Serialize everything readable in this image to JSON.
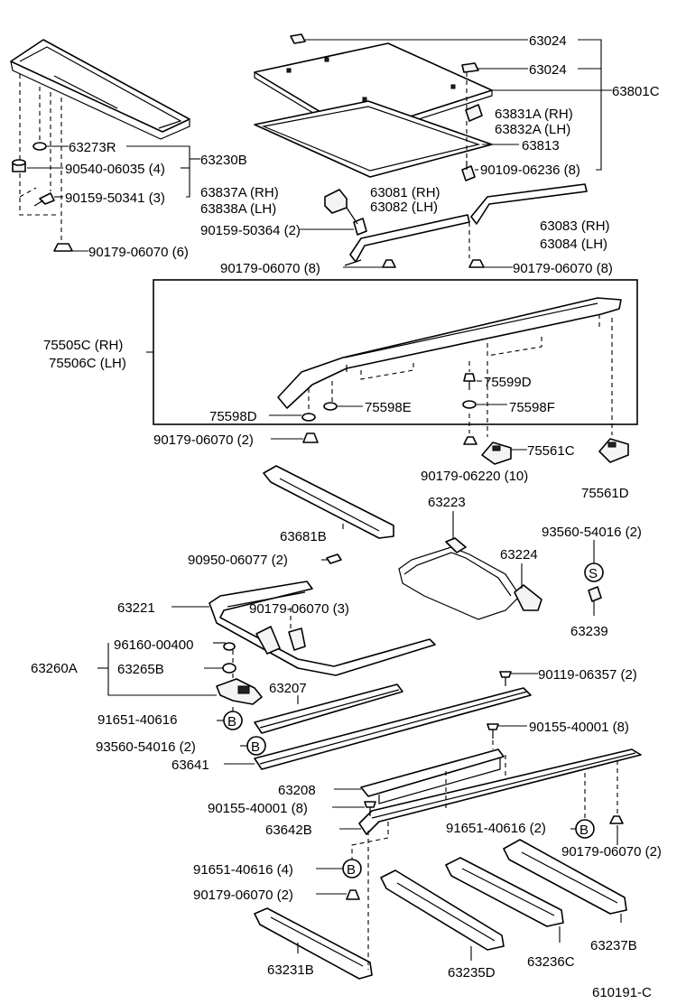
{
  "labels": {
    "p63024a": "63024",
    "p63024b": "63024",
    "p63801c": "63801C",
    "p63831a": "63831A (RH)",
    "p63832a": "63832A (LH)",
    "p63813": "63813",
    "p90109": "90109-06236 (8)",
    "p63273r": "63273R",
    "p63230b": "63230B",
    "p90540": "90540-06035 (4)",
    "p90159a": "90159-50341 (3)",
    "p90179a": "90179-06070 (6)",
    "p63837a": "63837A (RH)",
    "p63838a": "63838A (LH)",
    "p90159b": "90159-50364 (2)",
    "p63081": "63081 (RH)",
    "p63082": "63082 (LH)",
    "p63083": "63083 (RH)",
    "p63084": "63084 (LH)",
    "p90179b": "90179-06070 (8)",
    "p90179c": "90179-06070 (8)",
    "p75505c": "75505C (RH)",
    "p75506c": "75506C (LH)",
    "p75599d": "75599D",
    "p75598e": "75598E",
    "p75598f": "75598F",
    "p75598d": "75598D",
    "p90179d": "90179-06070 (2)",
    "p75561c": "75561C",
    "p90179e": "90179-06220 (10)",
    "p75561d": "75561D",
    "p63681b": "63681B",
    "p63223": "63223",
    "p93560a": "93560-54016 (2)",
    "p90950": "90950-06077 (2)",
    "p63224": "63224",
    "p63221": "63221",
    "p90179f": "90179-06070 (3)",
    "p63239": "63239",
    "p96160": "96160-00400",
    "p63260a": "63260A",
    "p63265b": "63265B",
    "p63207": "63207",
    "p90119": "90119-06357 (2)",
    "p91651a": "91651-40616",
    "p93560b": "93560-54016 (2)",
    "p90155a": "90155-40001 (8)",
    "p63641": "63641",
    "p63208": "63208",
    "p90155b": "90155-40001 (8)",
    "p63642b": "63642B",
    "p91651b": "91651-40616 (2)",
    "p90179g": "90179-06070 (2)",
    "p91651c": "91651-40616 (4)",
    "p90179h": "90179-06070 (2)",
    "p63231b": "63231B",
    "p63235d": "63235D",
    "p63236c": "63236C",
    "p63237b": "63237B",
    "drawing_no": "610191-C"
  },
  "callouts": {
    "s": "S",
    "b1": "B",
    "b2": "B",
    "b3": "B",
    "b4": "B"
  }
}
